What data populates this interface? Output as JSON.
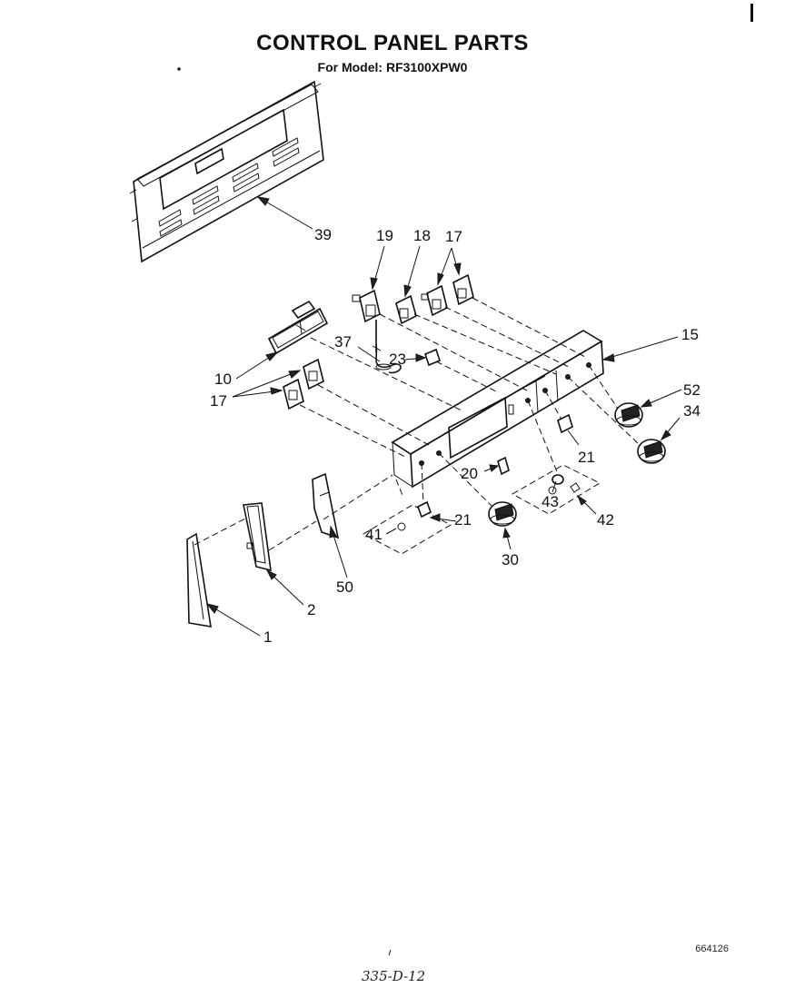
{
  "header": {
    "title": "CONTROL PANEL PARTS",
    "subtitle": "For Model: RF3100XPW0"
  },
  "callouts": [
    {
      "id": "39",
      "label": "39"
    },
    {
      "id": "19",
      "label": "19"
    },
    {
      "id": "18",
      "label": "18"
    },
    {
      "id": "17a",
      "label": "17"
    },
    {
      "id": "15",
      "label": "15"
    },
    {
      "id": "10",
      "label": "10"
    },
    {
      "id": "37",
      "label": "37"
    },
    {
      "id": "23",
      "label": "23"
    },
    {
      "id": "17b",
      "label": "17"
    },
    {
      "id": "52",
      "label": "52"
    },
    {
      "id": "34",
      "label": "34"
    },
    {
      "id": "21a",
      "label": "21"
    },
    {
      "id": "20",
      "label": "20"
    },
    {
      "id": "43",
      "label": "43"
    },
    {
      "id": "42",
      "label": "42"
    },
    {
      "id": "41",
      "label": "41"
    },
    {
      "id": "21b",
      "label": "21"
    },
    {
      "id": "30",
      "label": "30"
    },
    {
      "id": "50",
      "label": "50"
    },
    {
      "id": "2",
      "label": "2"
    },
    {
      "id": "1",
      "label": "1"
    }
  ],
  "footer": {
    "code": "664126",
    "ref": "335-D-12"
  }
}
